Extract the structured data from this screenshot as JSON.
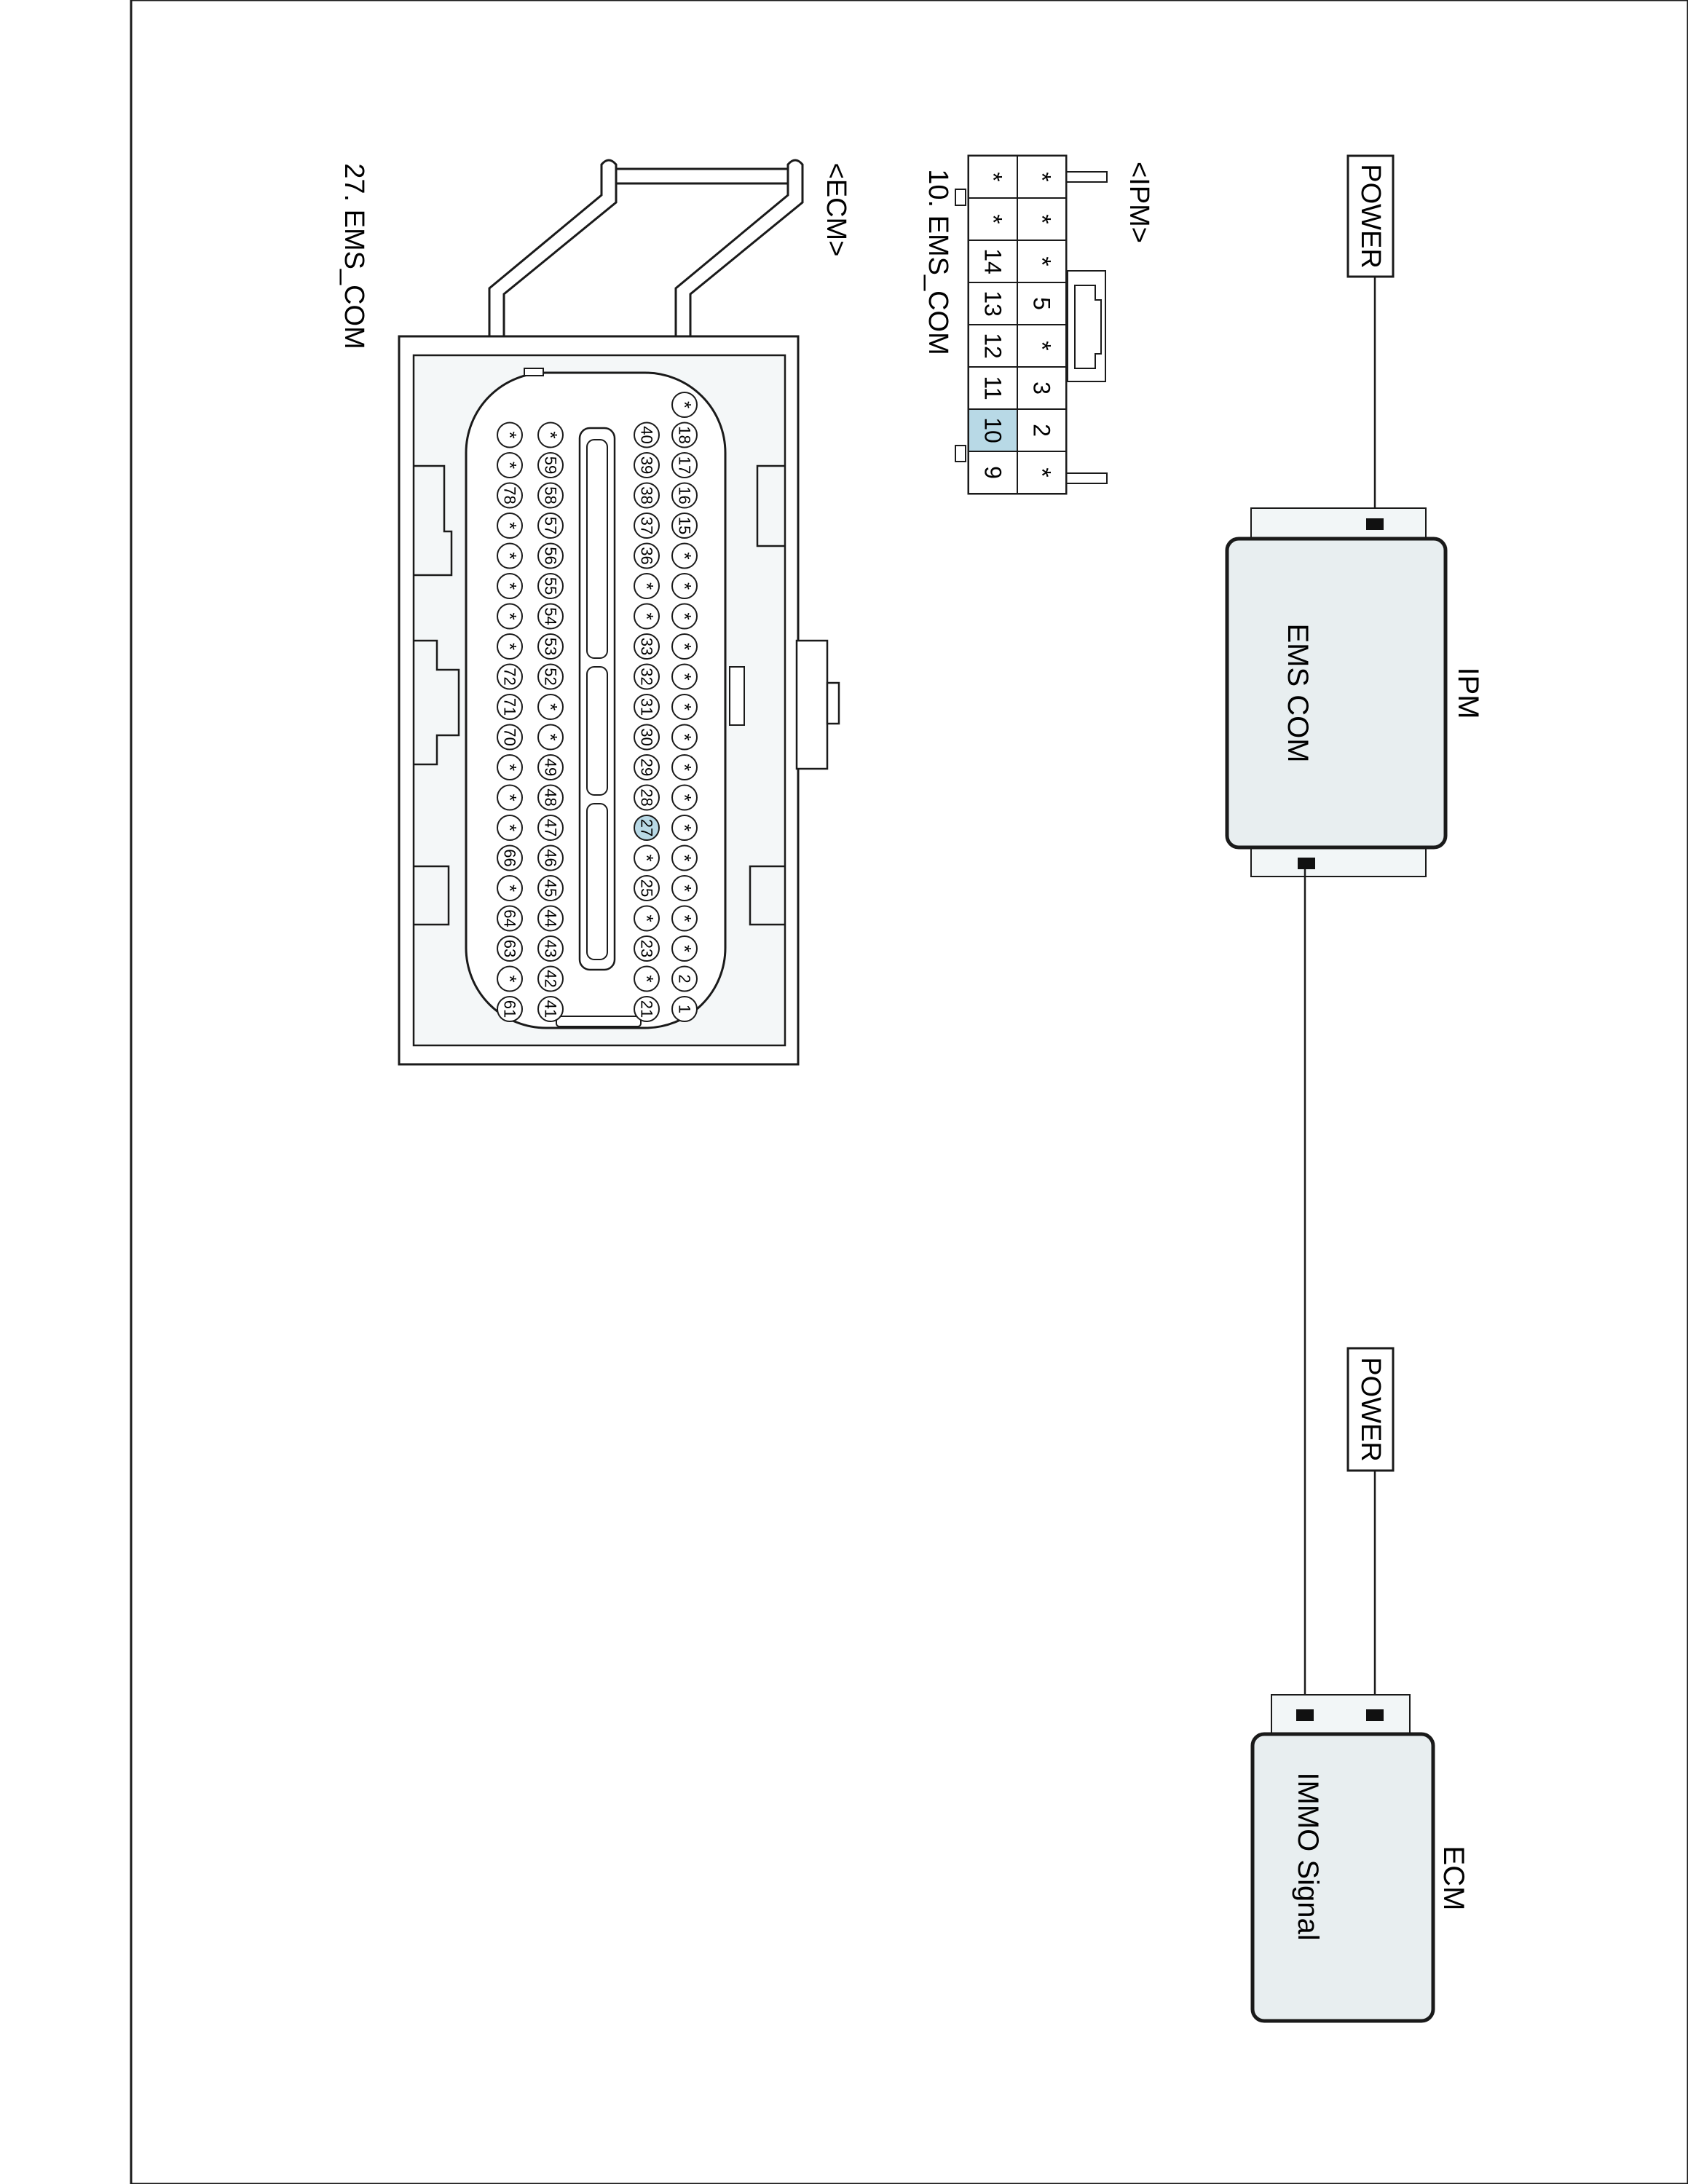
{
  "colors": {
    "component_fill": "#e8eef0",
    "highlight_fill": "#b8d9e6",
    "stroke": "#1a1a1a"
  },
  "circuit": {
    "ipm_module": {
      "name": "IPM",
      "block_label": "EMS COM",
      "power_label": "POWER"
    },
    "ecm_module": {
      "name": "ECM",
      "block_label": "IMMO Signal",
      "power_label": "POWER"
    }
  },
  "ipm_connector": {
    "title": "<IPM>",
    "caption": "10. EMS_COM",
    "row_top": [
      "*",
      "*",
      "*",
      "5",
      "*",
      "3",
      "2",
      "*"
    ],
    "row_bottom": [
      "*",
      "*",
      "14",
      "13",
      "12",
      "11",
      "10",
      "9"
    ],
    "highlight": "10"
  },
  "ecm_connector": {
    "title": "<ECM>",
    "caption": "27. EMS_COM",
    "highlight": "27",
    "rows": [
      [
        "*",
        "18",
        "17",
        "16",
        "15",
        "*",
        "*",
        "*",
        "*",
        "*",
        "*",
        "*",
        "*",
        "*",
        "*",
        "*",
        "*",
        "*",
        "*",
        "2",
        "1"
      ],
      [
        "40",
        "39",
        "38",
        "37",
        "36",
        "*",
        "*",
        "33",
        "32",
        "31",
        "30",
        "29",
        "28",
        "27",
        "*",
        "25",
        "*",
        "23",
        "*",
        "21"
      ],
      [
        "*",
        "59",
        "58",
        "57",
        "56",
        "55",
        "54",
        "53",
        "52",
        "*",
        "*",
        "49",
        "48",
        "47",
        "46",
        "45",
        "44",
        "43",
        "42",
        "41"
      ],
      [
        "*",
        "*",
        "78",
        "*",
        "*",
        "*",
        "*",
        "*",
        "72",
        "71",
        "70",
        "*",
        "*",
        "*",
        "66",
        "*",
        "64",
        "63",
        "*",
        "61"
      ]
    ]
  }
}
